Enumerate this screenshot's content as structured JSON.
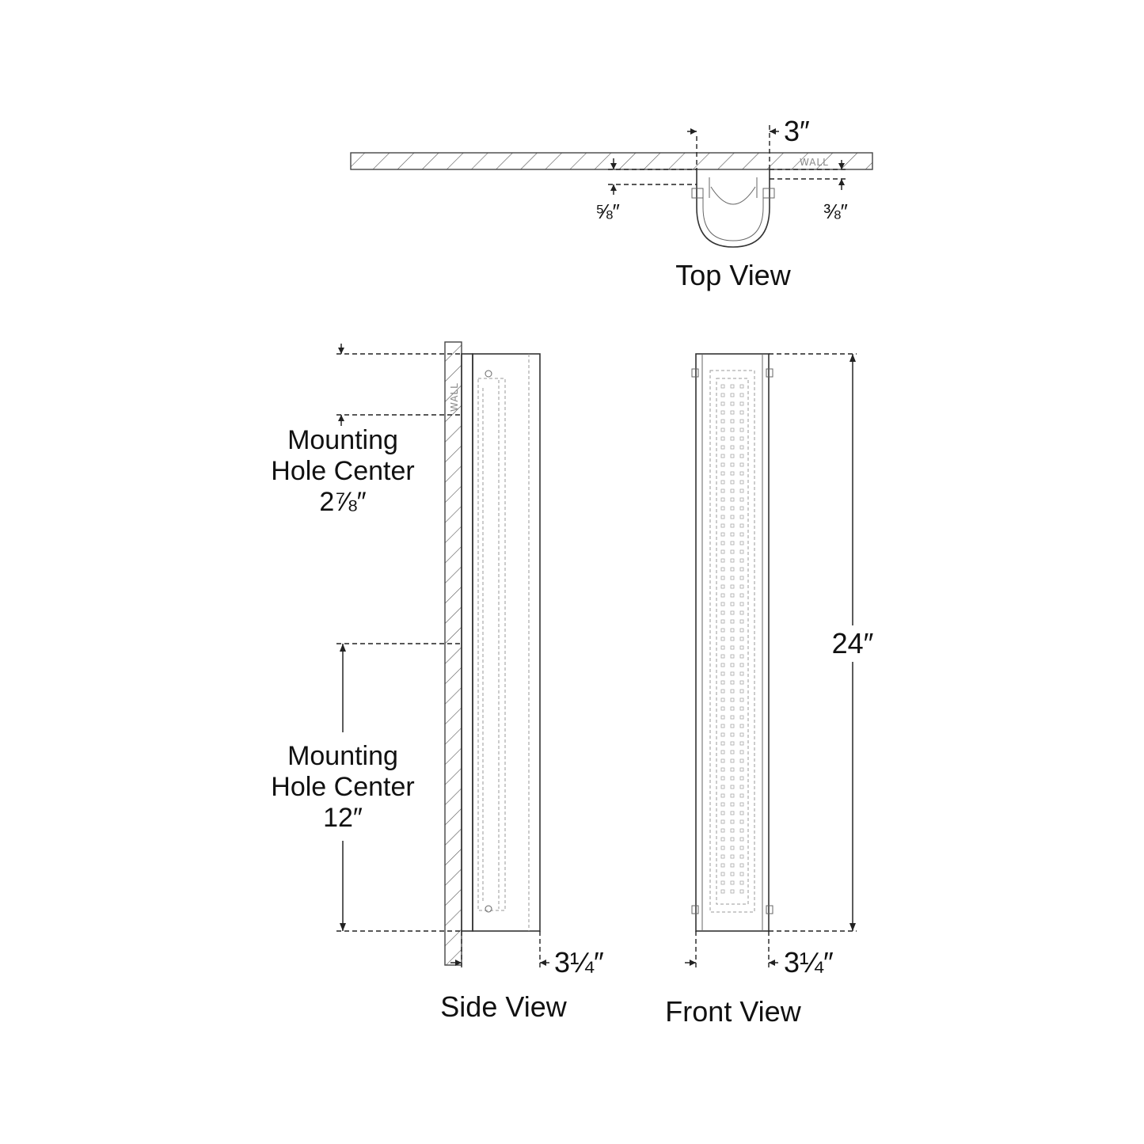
{
  "views": {
    "top": "Top View",
    "side": "Side View",
    "front": "Front View"
  },
  "wall_labels": {
    "top": "WALL",
    "side": "WALL"
  },
  "dimensions": {
    "top_width": "3″",
    "top_plate_left": "⅝″",
    "top_plate_right": "⅜″",
    "height": "24″",
    "side_depth": "3¼″",
    "front_width": "3¼″"
  },
  "mounting_holes": {
    "upper": {
      "line1": "Mounting",
      "line2": "Hole Center",
      "value": "2⅞″"
    },
    "lower": {
      "line1": "Mounting",
      "line2": "Hole Center",
      "value": "12″"
    }
  }
}
